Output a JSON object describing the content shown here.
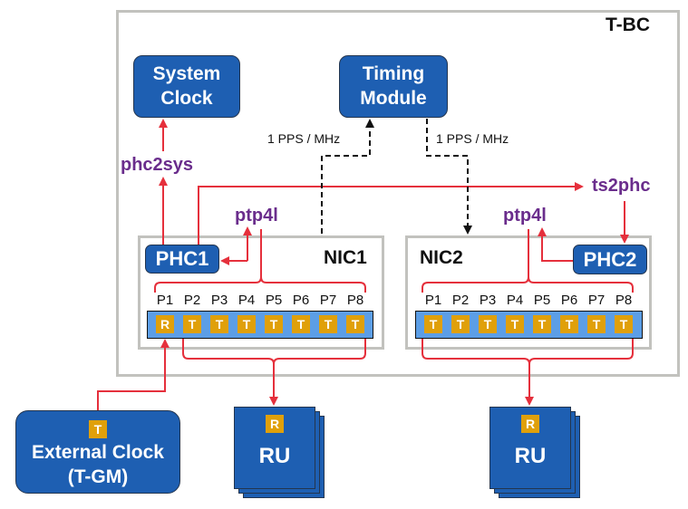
{
  "container": {
    "label": "T-BC"
  },
  "system_clock": {
    "label_line1": "System",
    "label_line2": "Clock"
  },
  "timing_module": {
    "label_line1": "Timing",
    "label_line2": "Module"
  },
  "signals": {
    "pps_left": "1 PPS / MHz",
    "pps_right": "1 PPS / MHz"
  },
  "processes": {
    "phc2sys": "phc2sys",
    "ts2phc": "ts2phc",
    "ptp4l_nic1": "ptp4l",
    "ptp4l_nic2": "ptp4l"
  },
  "nic1": {
    "label": "NIC1",
    "phc": "PHC1",
    "ports": [
      {
        "name": "P1",
        "role": "R"
      },
      {
        "name": "P2",
        "role": "T"
      },
      {
        "name": "P3",
        "role": "T"
      },
      {
        "name": "P4",
        "role": "T"
      },
      {
        "name": "P5",
        "role": "T"
      },
      {
        "name": "P6",
        "role": "T"
      },
      {
        "name": "P7",
        "role": "T"
      },
      {
        "name": "P8",
        "role": "T"
      }
    ]
  },
  "nic2": {
    "label": "NIC2",
    "phc": "PHC2",
    "ports": [
      {
        "name": "P1",
        "role": "T"
      },
      {
        "name": "P2",
        "role": "T"
      },
      {
        "name": "P3",
        "role": "T"
      },
      {
        "name": "P4",
        "role": "T"
      },
      {
        "name": "P5",
        "role": "T"
      },
      {
        "name": "P6",
        "role": "T"
      },
      {
        "name": "P7",
        "role": "T"
      },
      {
        "name": "P8",
        "role": "T"
      }
    ]
  },
  "external_clock": {
    "port_role": "T",
    "label_line1": "External Clock",
    "label_line2": "(T-GM)"
  },
  "ru1": {
    "port_role": "R",
    "label": "RU"
  },
  "ru2": {
    "port_role": "R",
    "label": "RU"
  },
  "colors": {
    "box_blue": "#1e5fb2",
    "port_orange": "#e0a00a",
    "portbar_blue": "#5c9ee6",
    "arrow_red": "#e5303c",
    "process_purple": "#6a2d8c",
    "frame_gray": "#c2c2be"
  }
}
